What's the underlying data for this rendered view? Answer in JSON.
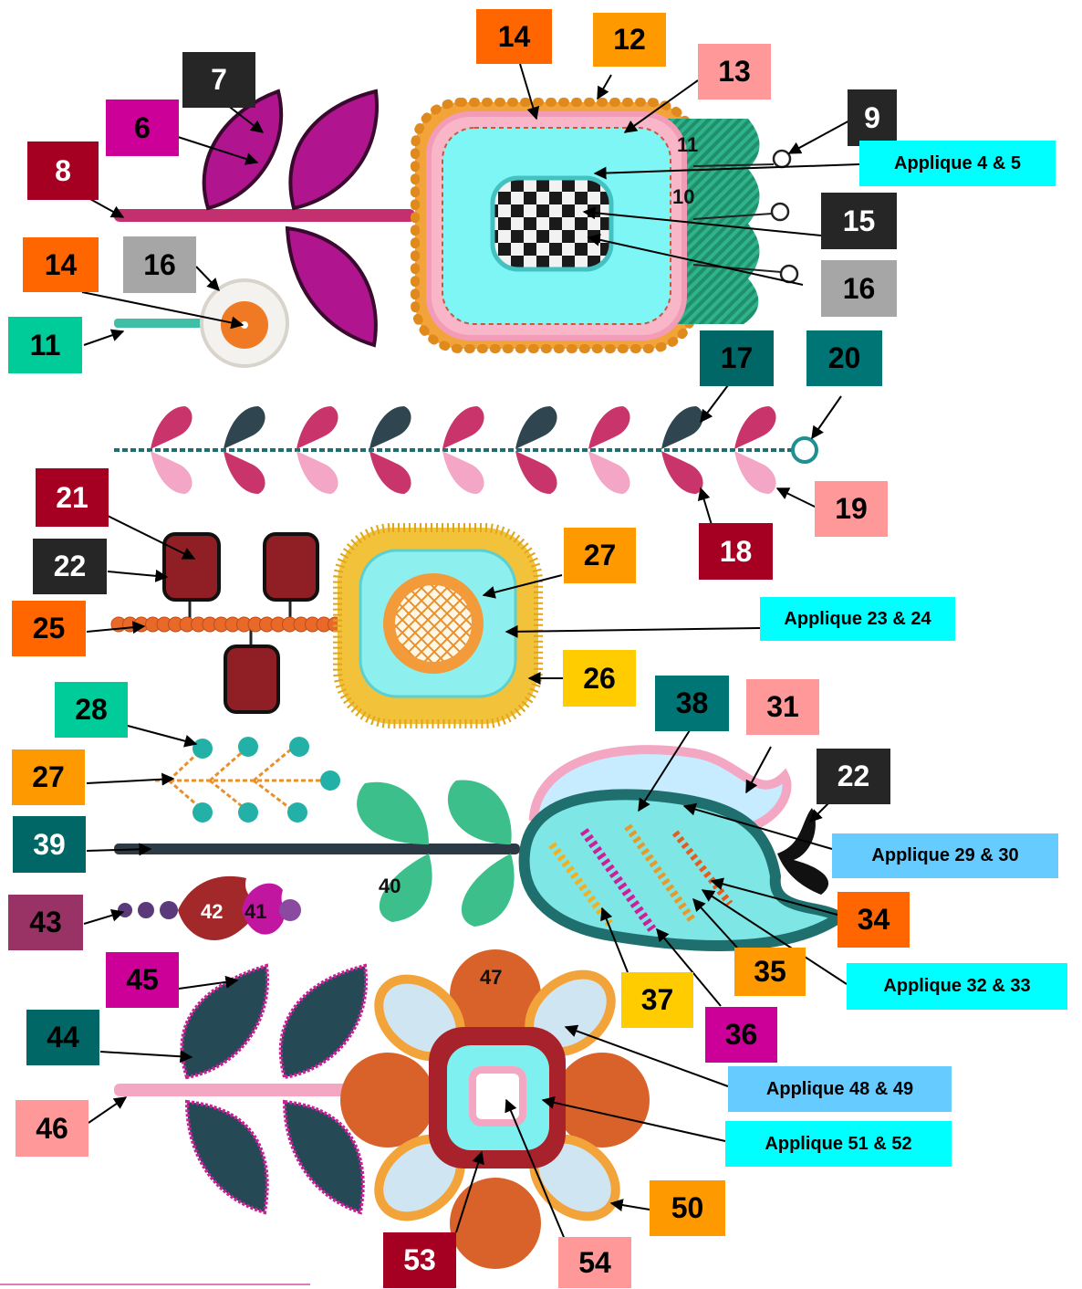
{
  "colors": {
    "black": "#262626",
    "crimson": "#a50021",
    "magenta": "#cc0099",
    "orange_red": "#ff6600",
    "orange": "#ff9900",
    "gold": "#ffcc00",
    "pink": "#ff9999",
    "gray": "#a6a6a6",
    "aqua": "#00ffff",
    "sky": "#66ccff",
    "teal_dark": "#006666",
    "teal_mid": "#007575",
    "mint": "#00cc99",
    "plum": "#993366"
  },
  "labels": [
    {
      "text": "7",
      "bg": "#262626",
      "fg": "#ffffff"
    },
    {
      "text": "6",
      "bg": "#cc0099",
      "fg": "#000000"
    },
    {
      "text": "8",
      "bg": "#a50021",
      "fg": "#ffffff"
    },
    {
      "text": "14",
      "bg": "#ff6600",
      "fg": "#000000"
    },
    {
      "text": "12",
      "bg": "#ff9900",
      "fg": "#000000"
    },
    {
      "text": "13",
      "bg": "#ff9999",
      "fg": "#000000"
    },
    {
      "text": "9",
      "bg": "#262626",
      "fg": "#ffffff"
    },
    {
      "text": "Applique 4 & 5",
      "bg": "#00ffff",
      "fg": "#000000"
    },
    {
      "text": "15",
      "bg": "#262626",
      "fg": "#ffffff"
    },
    {
      "text": "16",
      "bg": "#a6a6a6",
      "fg": "#000000"
    },
    {
      "text": "14",
      "bg": "#ff6600",
      "fg": "#000000"
    },
    {
      "text": "16",
      "bg": "#a6a6a6",
      "fg": "#000000"
    },
    {
      "text": "11",
      "bg": "#00cc99",
      "fg": "#000000"
    },
    {
      "text": "17",
      "bg": "#006666",
      "fg": "#000000"
    },
    {
      "text": "20",
      "bg": "#007575",
      "fg": "#000000"
    },
    {
      "text": "19",
      "bg": "#ff9999",
      "fg": "#000000"
    },
    {
      "text": "18",
      "bg": "#a50021",
      "fg": "#ffffff"
    },
    {
      "text": "21",
      "bg": "#a50021",
      "fg": "#ffffff"
    },
    {
      "text": "22",
      "bg": "#262626",
      "fg": "#ffffff"
    },
    {
      "text": "25",
      "bg": "#ff6600",
      "fg": "#000000"
    },
    {
      "text": "27",
      "bg": "#ff9900",
      "fg": "#000000"
    },
    {
      "text": "Applique 23 & 24",
      "bg": "#00ffff",
      "fg": "#000000"
    },
    {
      "text": "26",
      "bg": "#ffcc00",
      "fg": "#000000"
    },
    {
      "text": "28",
      "bg": "#00cc99",
      "fg": "#000000"
    },
    {
      "text": "27",
      "bg": "#ff9900",
      "fg": "#000000"
    },
    {
      "text": "39",
      "bg": "#006666",
      "fg": "#ffffff"
    },
    {
      "text": "38",
      "bg": "#007575",
      "fg": "#000000"
    },
    {
      "text": "31",
      "bg": "#ff9999",
      "fg": "#000000"
    },
    {
      "text": "22",
      "bg": "#262626",
      "fg": "#ffffff"
    },
    {
      "text": "Applique 29 & 30",
      "bg": "#66ccff",
      "fg": "#000000"
    },
    {
      "text": "34",
      "bg": "#ff6600",
      "fg": "#000000"
    },
    {
      "text": "43",
      "bg": "#993366",
      "fg": "#000000"
    },
    {
      "text": "45",
      "bg": "#cc0099",
      "fg": "#000000"
    },
    {
      "text": "35",
      "bg": "#ff9900",
      "fg": "#000000"
    },
    {
      "text": "Applique 32 & 33",
      "bg": "#00ffff",
      "fg": "#000000"
    },
    {
      "text": "37",
      "bg": "#ffcc00",
      "fg": "#000000"
    },
    {
      "text": "36",
      "bg": "#cc0099",
      "fg": "#000000"
    },
    {
      "text": "44",
      "bg": "#006666",
      "fg": "#000000"
    },
    {
      "text": "Applique 48 & 49",
      "bg": "#66ccff",
      "fg": "#000000"
    },
    {
      "text": "46",
      "bg": "#ff9999",
      "fg": "#000000"
    },
    {
      "text": "Applique 51 & 52",
      "bg": "#00ffff",
      "fg": "#000000"
    },
    {
      "text": "50",
      "bg": "#ff9900",
      "fg": "#000000"
    },
    {
      "text": "53",
      "bg": "#a50021",
      "fg": "#ffffff"
    },
    {
      "text": "54",
      "bg": "#ff9999",
      "fg": "#000000"
    }
  ],
  "inline_labels": [
    {
      "text": "11"
    },
    {
      "text": "10"
    },
    {
      "text": "40"
    },
    {
      "text": "42"
    },
    {
      "text": "41"
    },
    {
      "text": "47"
    }
  ]
}
